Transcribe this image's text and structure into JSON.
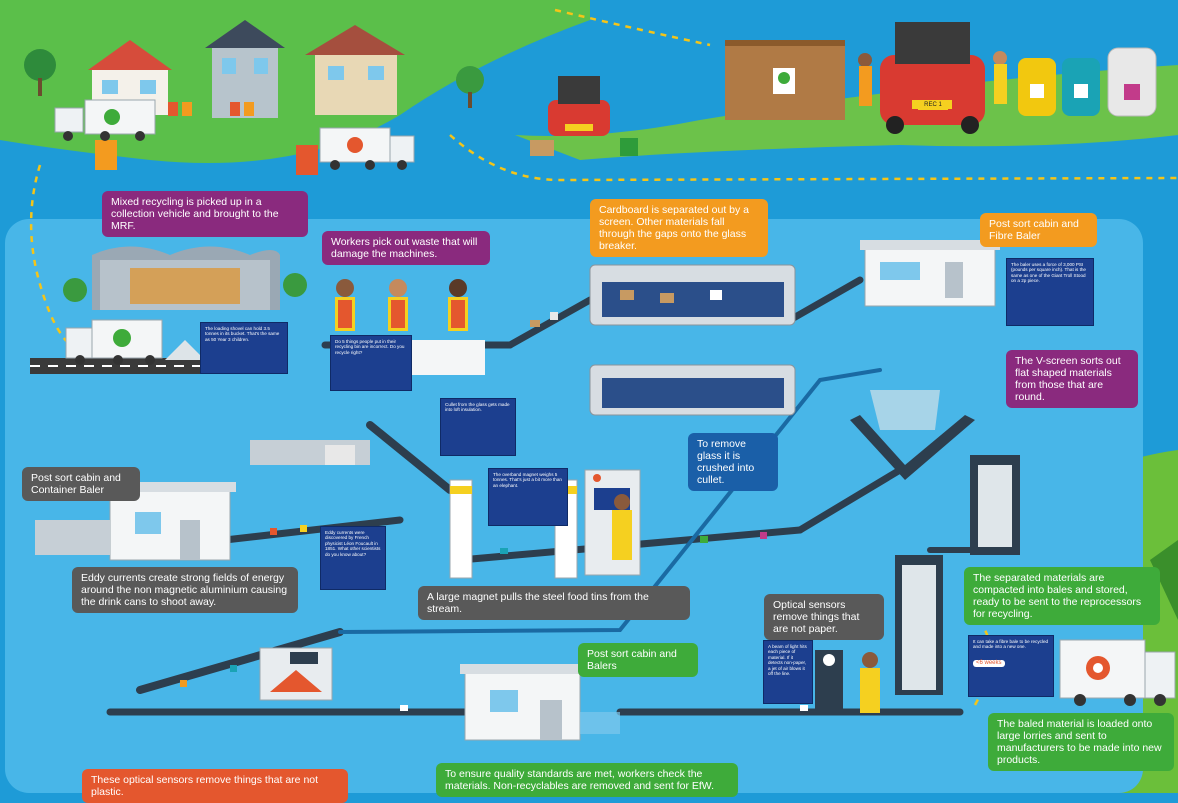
{
  "callouts": {
    "collection": "Mixed recycling is picked up in a collection vehicle and brought to the MRF.",
    "workers": "Workers pick out waste that will damage the machines.",
    "cardboard": "Cardboard is separated out by a screen. Other materials fall through the gaps onto the glass breaker.",
    "fibre_cabin": "Post sort cabin and Fibre Baler",
    "vscreen": "The V-screen sorts out flat shaped materials from those that are round.",
    "glass": "To remove glass it is crushed into cullet.",
    "container_cabin": "Post sort cabin and Container Baler",
    "eddy": "Eddy currents create strong fields of energy around the non magnetic aluminium causing the drink cans to shoot away.",
    "magnet": "A large magnet pulls the steel food tins from the stream.",
    "optical_paper": "Optical sensors remove things that are not paper.",
    "compacted": "The separated materials are compacted into bales and stored, ready to be sent to the reprocessors for recycling.",
    "balers_cabin": "Post sort cabin and Balers",
    "baled_lorries": "The baled material is loaded onto large lorries and sent to manufacturers to be made into new products.",
    "optical_plastic": "These optical sensors remove things that are not plastic.",
    "quality": "To ensure quality standards are met, workers check the materials. Non-recyclables are removed and sent for EfW."
  },
  "panels": {
    "loading": "The loading shovel can hold 3.5 tonnes in its bucket. That's the same as 50 Year 3 children.",
    "things": "Do 5 things people put in their recycling bin are incorrect. Do you recycle right?",
    "cullet": "Cullet from the glass gets made into loft insulation.",
    "electromagnet": "The overband magnet weighs 5 tonnes. That's just a bit more than an elephant.",
    "baler_force": "The baler uses a force of 3,000 PSI (pounds per square inch). That is the same as one of the Giant Troll Stood on a 2p piece.",
    "eddy_fact": "Eddy currents were discovered by French physicist Léon Foucault in 1851. What other scientists do you know about?",
    "light_beam": "A beam of light hits each piece of material. If it detects non-paper, a jet of air blows it off the line.",
    "bale_time": "It can take a fibre bale to be recycled and made into a new one.",
    "bale_badge": "<6 weeks"
  },
  "vehicles": {
    "car_plate": "REC 1"
  },
  "colors": {
    "water": "#1e9bd7",
    "hall": "#48b6e8",
    "purple": "#8a2a7e",
    "orange": "#f39b1f",
    "grey": "#595959",
    "blue": "#1a5fa8",
    "green": "#3eab3a",
    "red": "#e4572e",
    "conveyor": "#2d3e4e",
    "worker_vest": "#f5d020",
    "bin_yellow": "#f2c80f",
    "bin_teal": "#1aa3b5",
    "bin_white": "#e8e8e8"
  }
}
